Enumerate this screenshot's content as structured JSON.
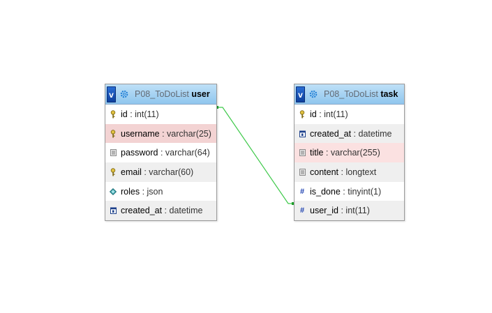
{
  "tables": [
    {
      "db": "P08_ToDoList",
      "name": "user",
      "toggle": "v",
      "columns": [
        {
          "name": "id",
          "type": "int(11)",
          "icon": "key-icon"
        },
        {
          "name": "username",
          "type": "varchar(25)",
          "icon": "key-icon"
        },
        {
          "name": "password",
          "type": "varchar(64)",
          "icon": "text-icon"
        },
        {
          "name": "email",
          "type": "varchar(60)",
          "icon": "key-icon"
        },
        {
          "name": "roles",
          "type": "json",
          "icon": "diamond-icon"
        },
        {
          "name": "created_at",
          "type": "datetime",
          "icon": "calendar-icon"
        }
      ]
    },
    {
      "db": "P08_ToDoList",
      "name": "task",
      "toggle": "v",
      "columns": [
        {
          "name": "id",
          "type": "int(11)",
          "icon": "key-icon"
        },
        {
          "name": "created_at",
          "type": "datetime",
          "icon": "calendar-icon"
        },
        {
          "name": "title",
          "type": "varchar(255)",
          "icon": "text-icon"
        },
        {
          "name": "content",
          "type": "longtext",
          "icon": "text-icon"
        },
        {
          "name": "is_done",
          "type": "tinyint(1)",
          "icon": "hash-icon"
        },
        {
          "name": "user_id",
          "type": "int(11)",
          "icon": "hash-icon"
        }
      ]
    }
  ],
  "relation": {
    "from": "user.id",
    "to": "task.user_id",
    "color": "#3ec94a"
  },
  "colors": {
    "header_top": "#bfe0f7",
    "header_bottom": "#8fc6ee",
    "toggle": "#1c56c0"
  }
}
